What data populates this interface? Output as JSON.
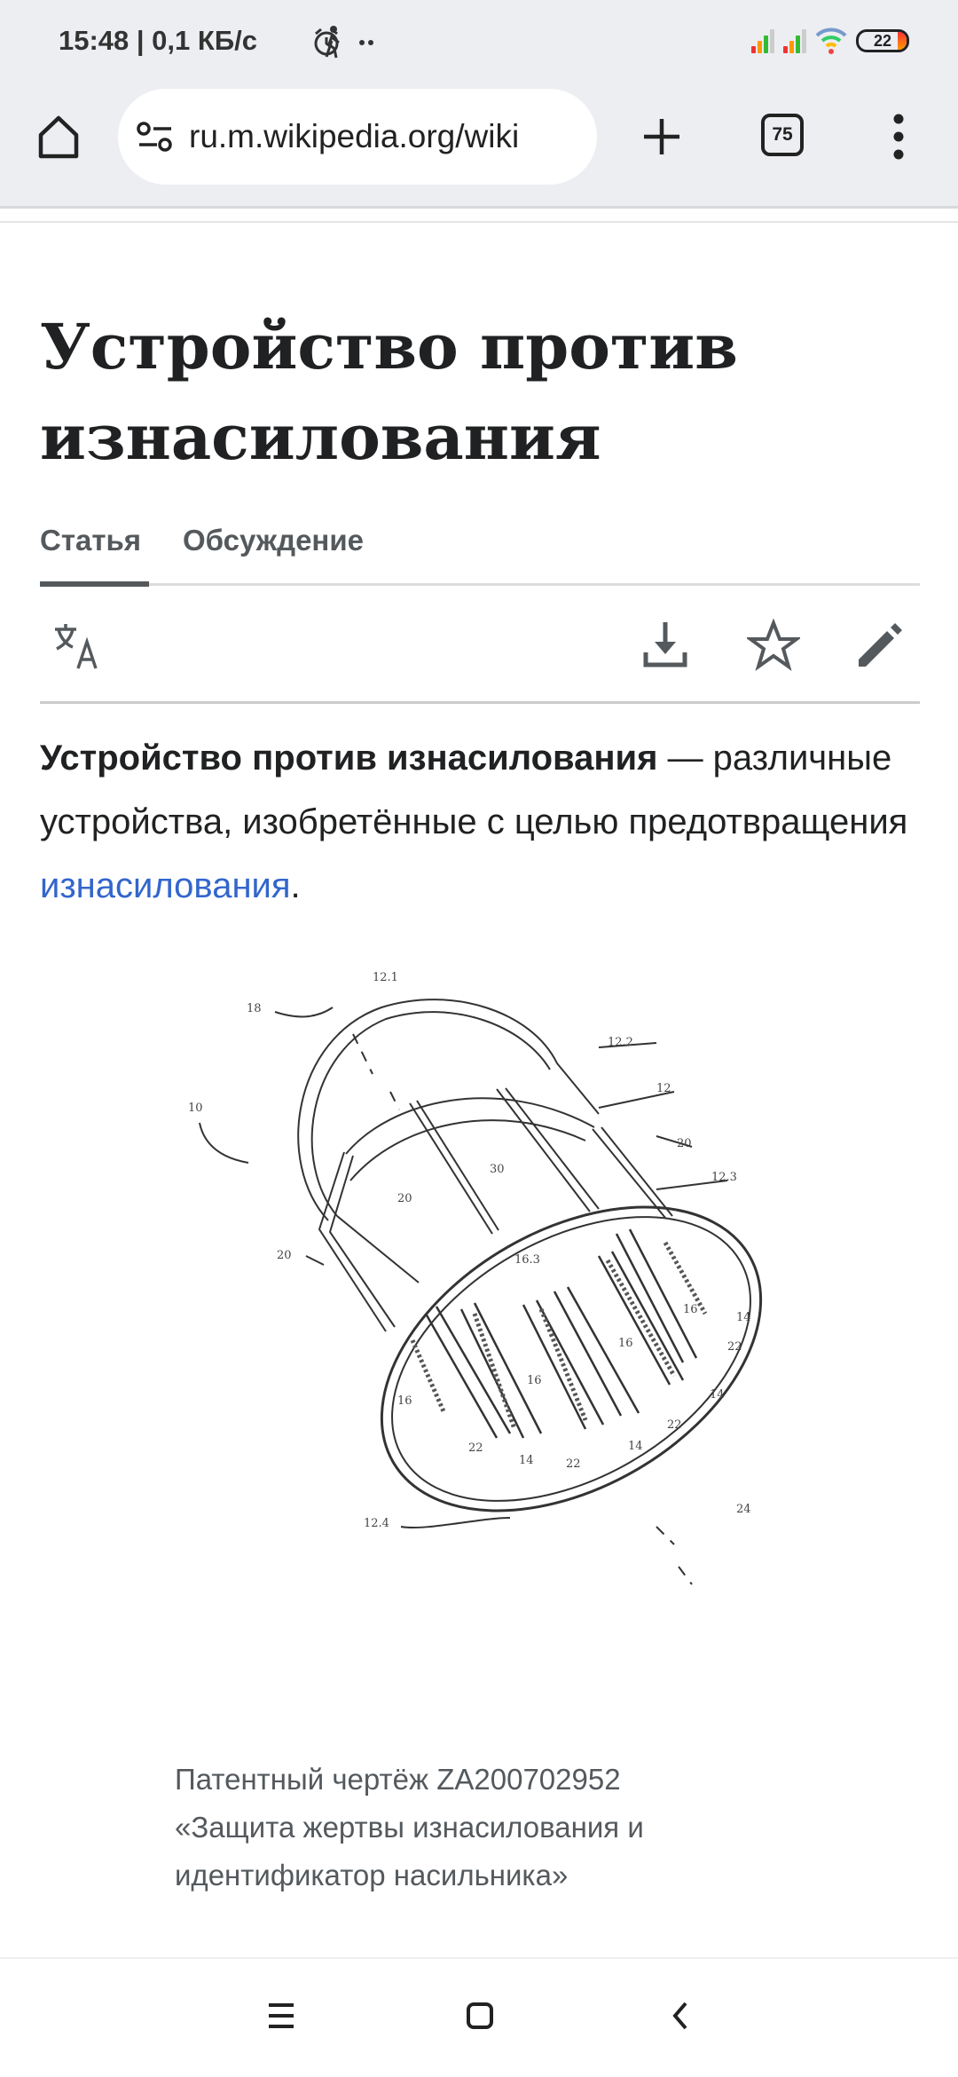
{
  "status_bar": {
    "time": "15:48 | 0,1 КБ/с",
    "battery": "22",
    "icons": [
      "alarm-icon",
      "walking-icon",
      "signal-icon",
      "signal-icon",
      "wifi-icon",
      "battery-icon"
    ]
  },
  "browser": {
    "url": "ru.m.wikipedia.org/wiki",
    "tabs_count": "75"
  },
  "article": {
    "title": "Устройство против изнасилования",
    "tabs": [
      {
        "label": "Статья",
        "active": true
      },
      {
        "label": "Обсуждение",
        "active": false
      }
    ],
    "lead_bold": "Устройство против изнасилования",
    "lead_text": " — различные устройства, изобретённые с целью предотвращения ",
    "lead_link": "изнасилования",
    "lead_end": ".",
    "figure_labels": [
      "12.1",
      "18",
      "12.2",
      "12",
      "10",
      "20",
      "12.3",
      "30",
      "20",
      "20",
      "16.3",
      "16",
      "14",
      "16",
      "22",
      "16",
      "16",
      "14",
      "22",
      "14",
      "22",
      "14",
      "22",
      "24",
      "12.4"
    ],
    "caption": "Патентный чертёж ZA200702952 «Защита жертвы изнасилования и идентификатор насильника»"
  },
  "colors": {
    "link": "#3366cc",
    "text": "#202122",
    "muted": "#54595d"
  }
}
